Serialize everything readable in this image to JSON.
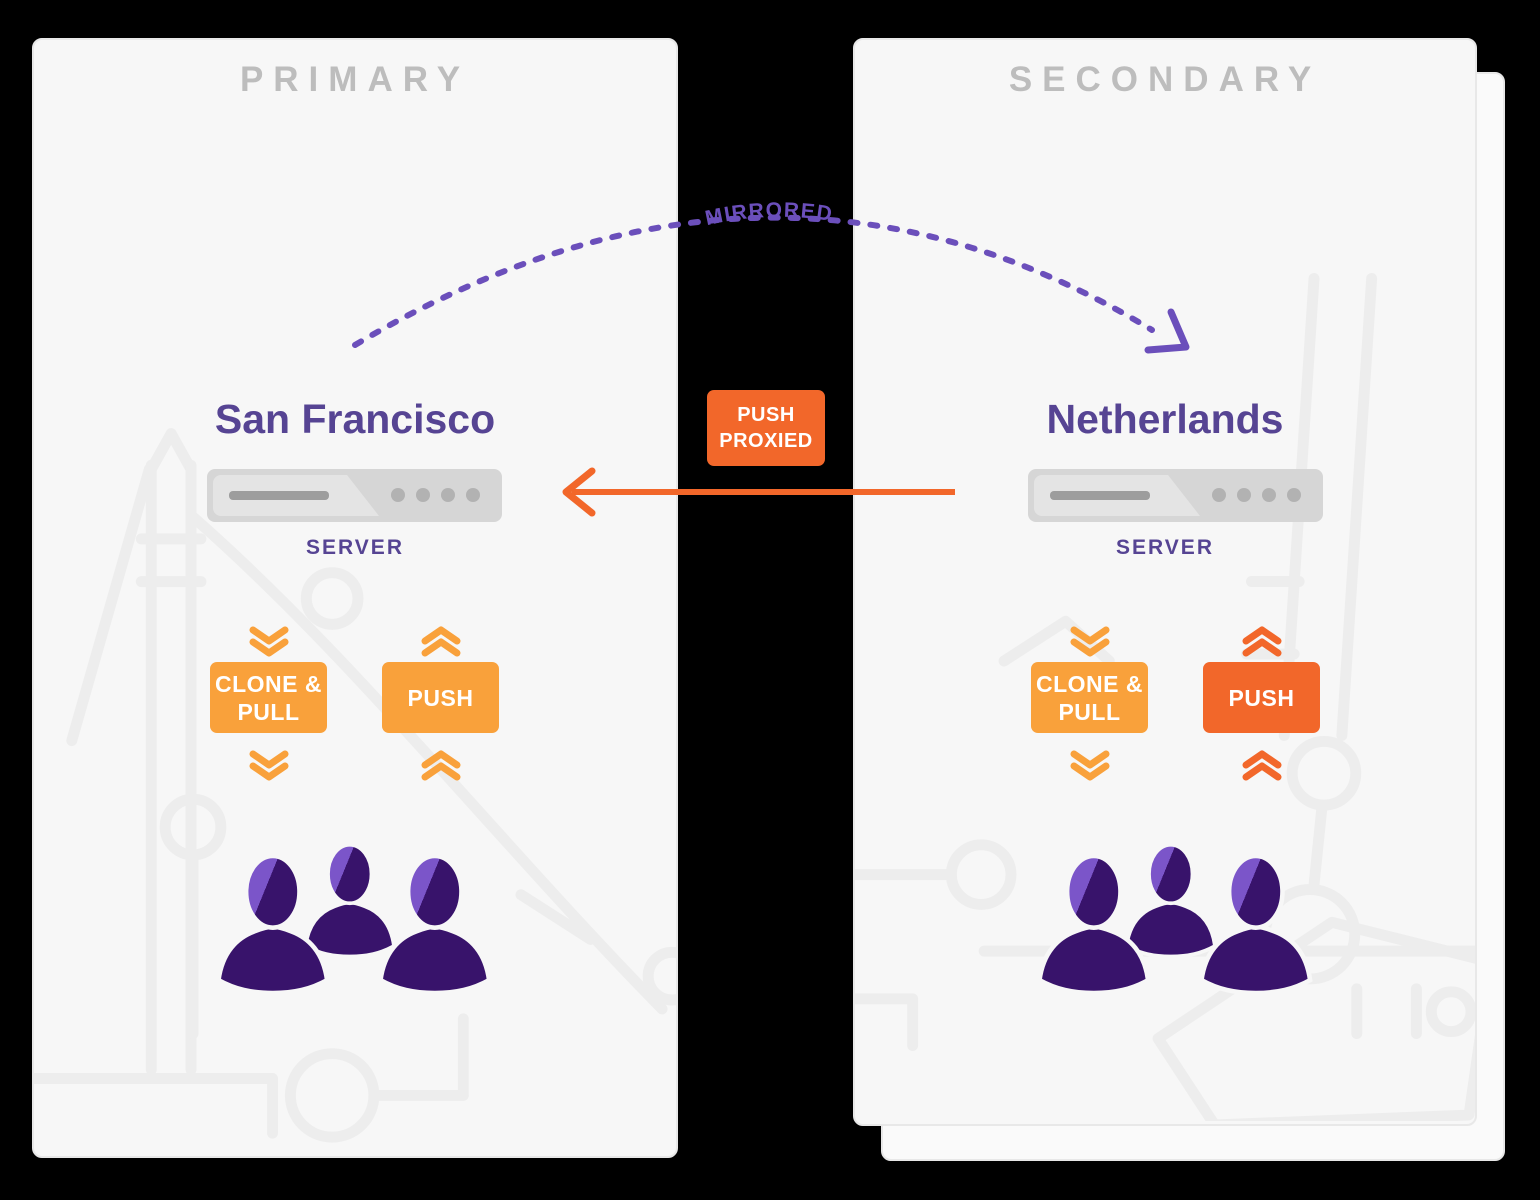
{
  "diagram": {
    "mirrored_label": "MIRRORED",
    "push_proxied_line1": "PUSH",
    "push_proxied_line2": "PROXIED",
    "primary": {
      "header": "PRIMARY",
      "location": "San Francisco",
      "server_label": "SERVER",
      "clone_pull_line1": "CLONE &",
      "clone_pull_line2": "PULL",
      "push_label": "PUSH"
    },
    "secondary": {
      "header": "SECONDARY",
      "location": "Netherlands",
      "server_label": "SERVER",
      "clone_pull_line1": "CLONE &",
      "clone_pull_line2": "PULL",
      "push_label": "PUSH"
    }
  },
  "colors": {
    "page_bg": "#000000",
    "panel_bg": "#f7f7f7",
    "panel_back_bg": "#fafafa",
    "panel_border": "#e8e8e8",
    "header_gray": "#bdbdbd",
    "title_purple": "#564493",
    "accent_purple": "#6b4fbb",
    "dark_purple": "#38136b",
    "light_purple": "#7b55c9",
    "orange": "#f2672a",
    "light_orange": "#f9a13b",
    "server_body": "#d6d6d6",
    "server_panel": "#e4e4e4",
    "server_bar": "#9d9d9d",
    "server_dot": "#b2b2b2",
    "watermark": "#ededed",
    "white": "#ffffff"
  }
}
